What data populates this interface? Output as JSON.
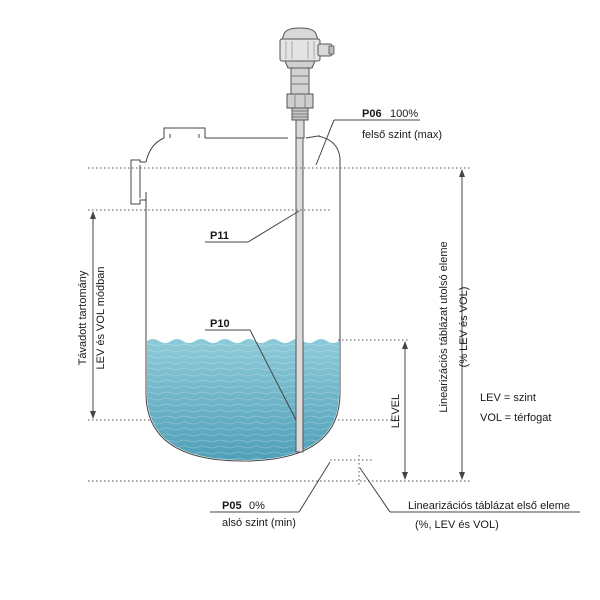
{
  "labels": {
    "p06_code": "P06",
    "p06_pct": "100%",
    "p06_desc": "felső szint (max)",
    "p11_code": "P11",
    "p10_code": "P10",
    "p05_code": "P05",
    "p05_pct": "0%",
    "p05_desc": "alsó szint (min)",
    "left_range_1": "Távadott tartomány",
    "left_range_2": "LEV és VOL módban",
    "level": "LEVEL",
    "lin_last_1": "Linearizációs táblázat utolsó eleme",
    "lin_last_2": "(% LEV és VOL)",
    "lev_def": "LEV = szint",
    "vol_def": "VOL = térfogat",
    "lin_first_1": "Linearizációs táblázat első eleme",
    "lin_first_2": "(%, LEV és VOL)"
  },
  "colors": {
    "liquid_top": "#8ecbd9",
    "liquid_bottom": "#4f9fb8",
    "outline": "#444444",
    "probe_body": "#d9d9d9"
  }
}
